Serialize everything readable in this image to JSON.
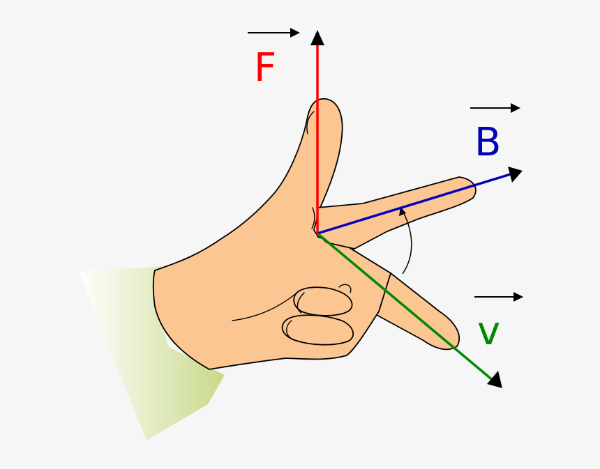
{
  "labels": {
    "force": "F",
    "field": "B",
    "velocity": "v"
  },
  "colors": {
    "background": "#f6f6f6",
    "force": "#ff0000",
    "field": "#0000bb",
    "velocity": "#008800",
    "skin": "#fcc693",
    "sleeve": "#c8d98a"
  }
}
